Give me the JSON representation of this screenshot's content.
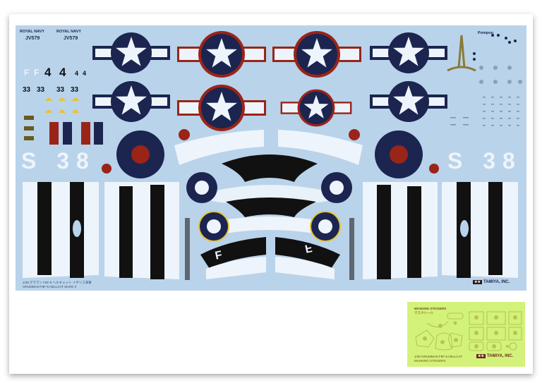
{
  "image": {
    "subject": "Model kit waterslide decal sheet with masking stickers",
    "background": "#ffffff"
  },
  "sheet": {
    "bg_color": "#b9d3ea",
    "labels": {
      "royal_navy_1": "ROYAL NAVY",
      "royal_navy_2": "ROYAL NAVY",
      "serial_1": "JV579",
      "serial_2": "JV579",
      "nums_4": [
        "4",
        "4",
        "4",
        "4"
      ],
      "nums_33": [
        "33",
        "33",
        "33",
        "33"
      ],
      "letters_f": [
        "F",
        "F"
      ],
      "code_left": "S 38",
      "code_right": "S 38",
      "tail_letter_left": "F",
      "tail_letter_right": "F",
      "small_logo_text": "Pompon",
      "footer_jp": "1/48 グラマン F6F-5 ヘルキャット イギリス海軍",
      "footer_en": "GRUMMAN F6F-5 HELLCAT MARK II",
      "maker": "TAMIYA, INC."
    },
    "colors": {
      "insignia_blue": "#1b2550",
      "insignia_red": "#9a2418",
      "stripe_black": "#111111",
      "stripe_white": "#eef4fb",
      "yellow_ring": "#e8c23a",
      "olive": "#7a6a2a"
    }
  },
  "masking": {
    "title": "MASKING STICKERS",
    "subtitle": "マスクシール",
    "bg_color": "#d3f27a",
    "footer_line1": "1/48 GRUMMAN F6F-5 HELLCAT",
    "footer_line2": "MASKING STICKERS",
    "maker": "TAMIYA, INC."
  }
}
